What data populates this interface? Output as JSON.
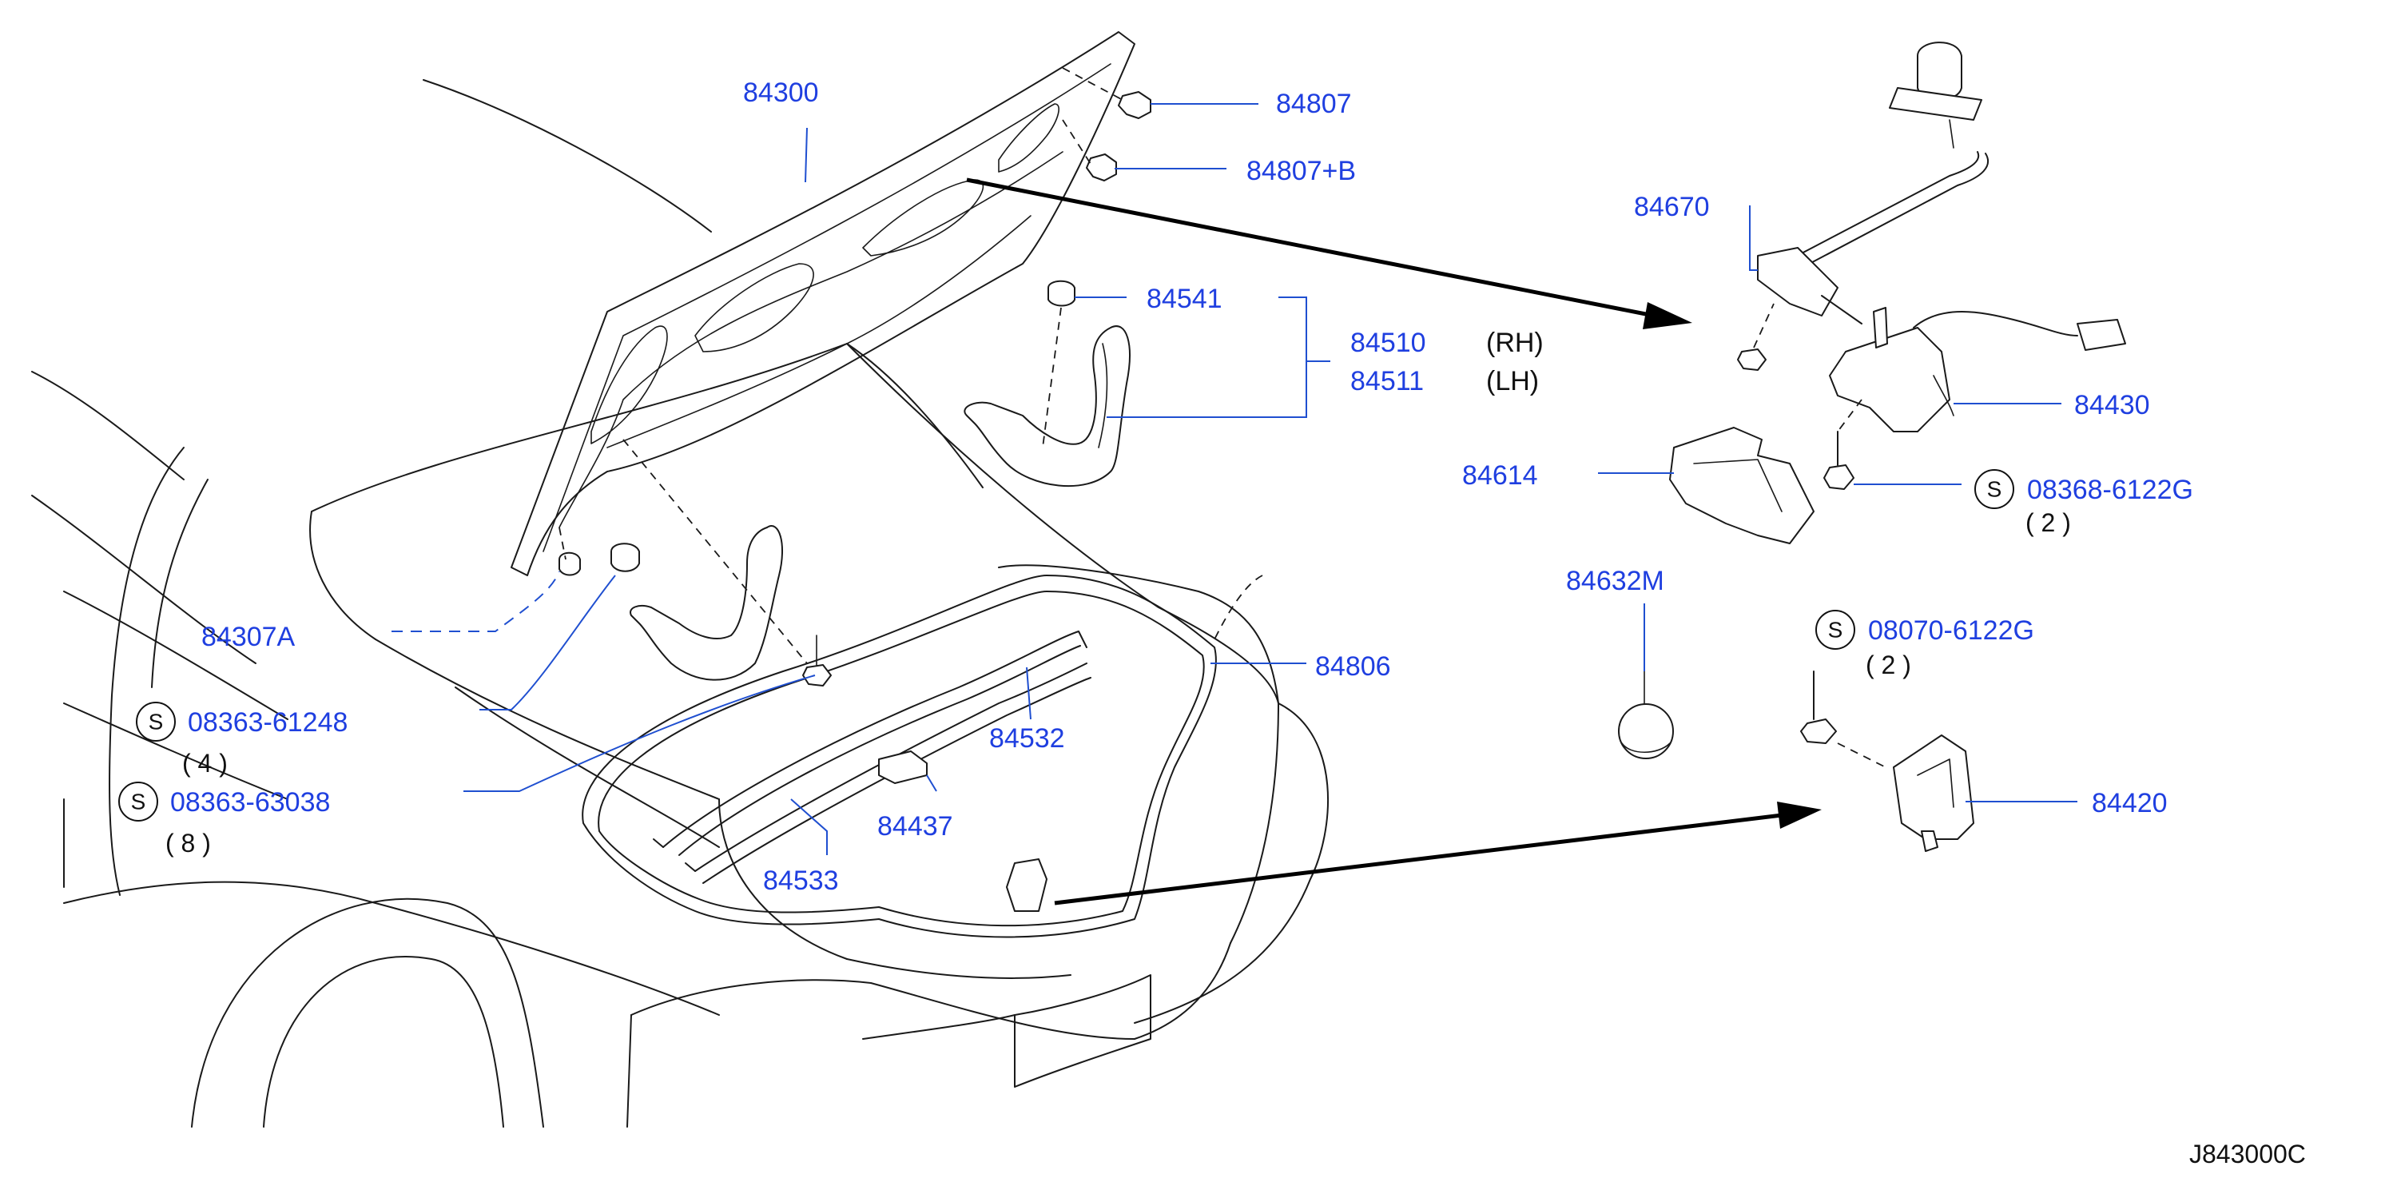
{
  "diagram_code": "J843000C",
  "callouts": {
    "p84300": "84300",
    "p84807": "84807",
    "p84807b": "84807+B",
    "p84541": "84541",
    "p84510": "84510",
    "p84511": "84511",
    "rh": "(RH)",
    "lh": "(LH)",
    "p84670": "84670",
    "p84430": "84430",
    "p84614": "84614",
    "p84632m": "84632M",
    "p84806": "84806",
    "p84532": "84532",
    "p84437": "84437",
    "p84533": "84533",
    "p84420": "84420",
    "p84307a": "84307A"
  },
  "bolts": [
    {
      "symbol": "S",
      "part": "08363-61248",
      "qty": "( 4 )"
    },
    {
      "symbol": "S",
      "part": "08363-63038",
      "qty": "( 8 )"
    },
    {
      "symbol": "S",
      "part": "08368-6122G",
      "qty": "( 2 )"
    },
    {
      "symbol": "S",
      "part": "08070-6122G",
      "qty": "( 2 )"
    }
  ],
  "colors": {
    "callout_text": "#1f3fe0",
    "leader_line": "#1f4fd0",
    "line_art": "#1a1a1a"
  }
}
